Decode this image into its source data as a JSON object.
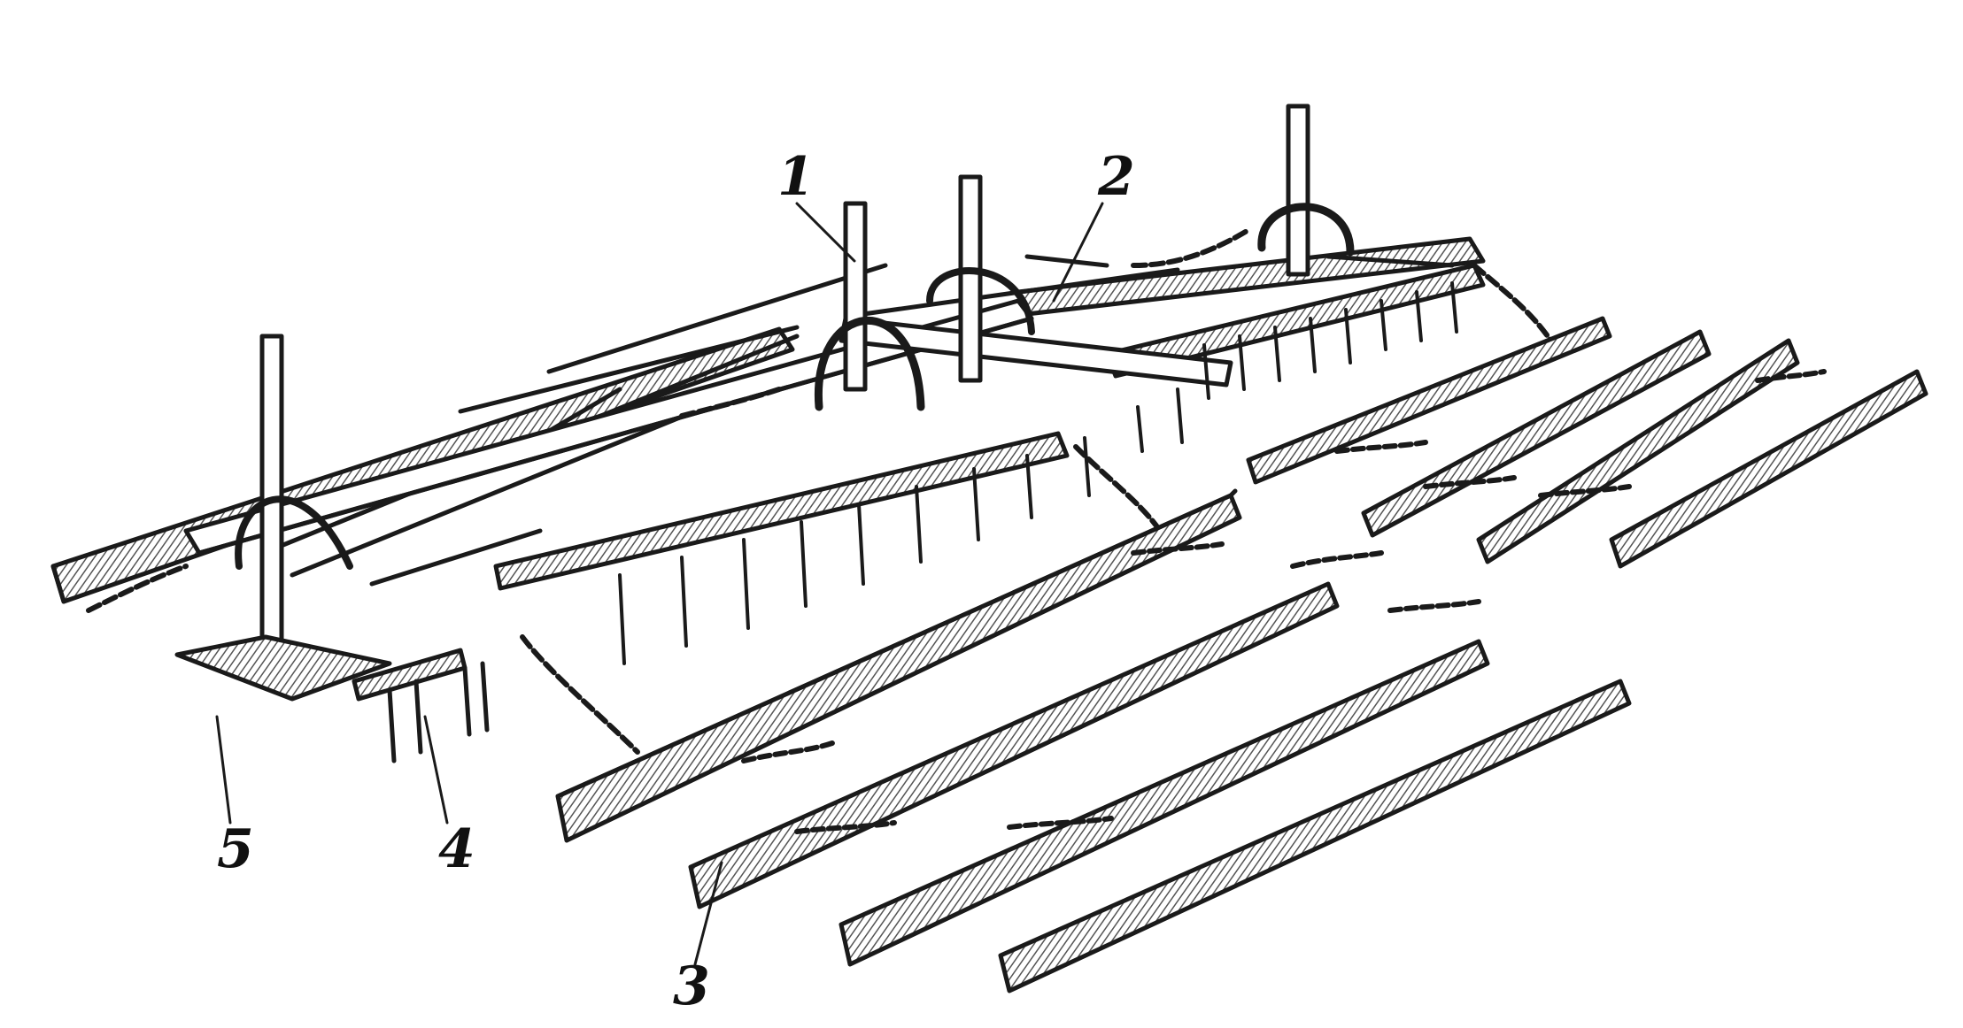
{
  "colors": {
    "ink": "#1a1a1a",
    "paper": "#ffffff",
    "hatch": "#555555"
  },
  "callouts": [
    {
      "id": "1",
      "label": "1"
    },
    {
      "id": "2",
      "label": "2"
    },
    {
      "id": "3",
      "label": "3"
    },
    {
      "id": "4",
      "label": "4"
    },
    {
      "id": "5",
      "label": "5"
    }
  ]
}
